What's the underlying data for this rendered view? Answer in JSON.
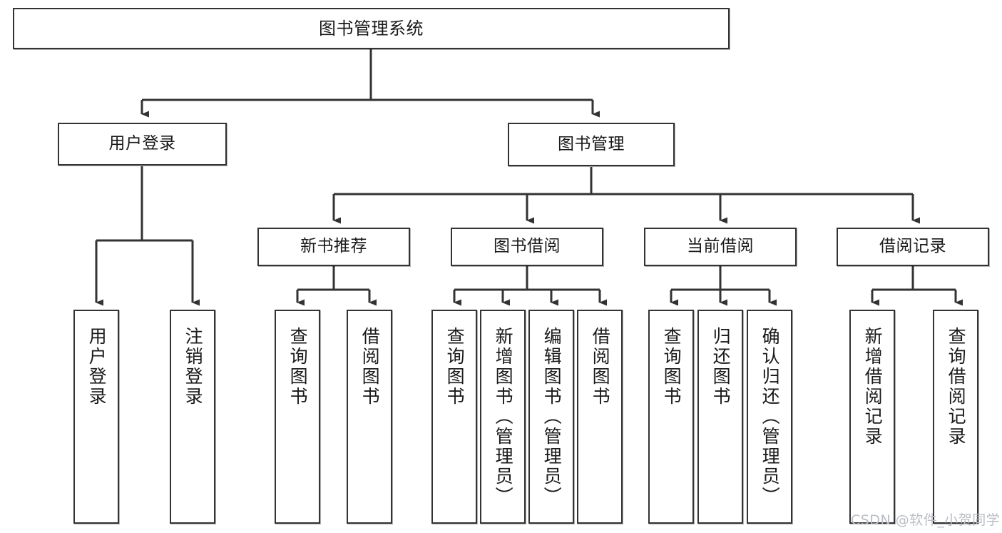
{
  "diagram": {
    "title_node": {
      "label": "图书管理系统"
    },
    "level2": [
      {
        "id": "user-login",
        "label": "用户登录"
      },
      {
        "id": "book-manage",
        "label": "图书管理"
      }
    ],
    "level3": [
      {
        "id": "new-book-recommend",
        "label": "新书推荐"
      },
      {
        "id": "book-borrow",
        "label": "图书借阅"
      },
      {
        "id": "current-borrow",
        "label": "当前借阅"
      },
      {
        "id": "borrow-record",
        "label": "借阅记录"
      }
    ],
    "leaves": [
      {
        "id": "leaf-user-login",
        "label": "用户登录",
        "parent": "user-login"
      },
      {
        "id": "leaf-logout-login",
        "label": "注销登录",
        "parent": "user-login"
      },
      {
        "id": "leaf-query-book-1",
        "label": "查询图书",
        "parent": "new-book-recommend"
      },
      {
        "id": "leaf-borrow-book-1",
        "label": "借阅图书",
        "parent": "new-book-recommend"
      },
      {
        "id": "leaf-query-book-2",
        "label": "查询图书",
        "parent": "book-borrow"
      },
      {
        "id": "leaf-add-book",
        "label": "新增图书（管理员）",
        "parent": "book-borrow"
      },
      {
        "id": "leaf-edit-book",
        "label": "编辑图书（管理员）",
        "parent": "book-borrow"
      },
      {
        "id": "leaf-borrow-book-2",
        "label": "借阅图书",
        "parent": "book-borrow"
      },
      {
        "id": "leaf-query-book-3",
        "label": "查询图书",
        "parent": "current-borrow"
      },
      {
        "id": "leaf-return-book",
        "label": "归还图书",
        "parent": "current-borrow"
      },
      {
        "id": "leaf-confirm-return",
        "label": "确认归还（管理员）",
        "parent": "current-borrow"
      },
      {
        "id": "leaf-add-record",
        "label": "新增借阅记录",
        "parent": "borrow-record"
      },
      {
        "id": "leaf-query-record",
        "label": "查询借阅记录",
        "parent": "borrow-record"
      }
    ],
    "watermark": "CSDN @软件_小贺同学",
    "colors": {
      "stroke": "#333333",
      "background": "#ffffff",
      "text": "#1a1a1a",
      "watermark": "#b9bdc4"
    }
  }
}
